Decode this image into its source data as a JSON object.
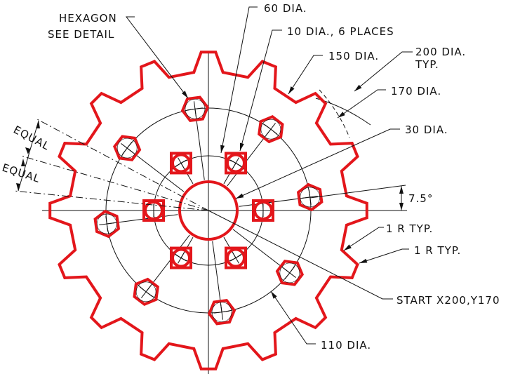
{
  "colors": {
    "geometry": "#e3161b",
    "annotation": "#111111"
  },
  "labels": {
    "hexagon": "HEXAGON",
    "see_detail": "SEE DETAIL",
    "dia60": "60 DIA.",
    "dia10": "10 DIA., 6 PLACES",
    "dia150": "150 DIA.",
    "dia200": "200 DIA.",
    "typ": "TYP.",
    "dia170": "170 DIA.",
    "dia30": "30 DIA.",
    "angle": "7.5°",
    "r1a": "1 R TYP.",
    "r1b": "1 R TYP.",
    "start": "START X200,Y170",
    "dia110": "110 DIA.",
    "equal1": "EQUAL",
    "equal2": "EQUAL"
  },
  "gear": {
    "teeth": 16,
    "hexagon_holes": 8,
    "hexagon_start_angle_deg": 7.5,
    "square_holes": 6
  }
}
